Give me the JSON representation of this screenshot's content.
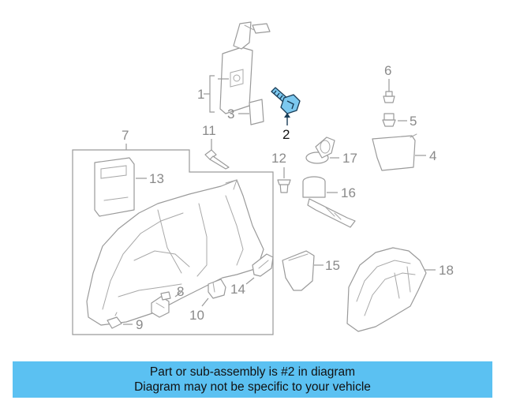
{
  "diagram": {
    "highlighted_part": "2",
    "highlight_color": "#7cc8ef",
    "callouts": {
      "c1": "1",
      "c2": "2",
      "c3": "3",
      "c4": "4",
      "c5": "5",
      "c6": "6",
      "c7": "7",
      "c8": "8",
      "c9": "9",
      "c10": "10",
      "c11": "11",
      "c12": "12",
      "c13": "13",
      "c14": "14",
      "c15": "15",
      "c16": "16",
      "c17": "17",
      "c18": "18"
    }
  },
  "banner": {
    "line1": "Part or sub-assembly is #2 in diagram",
    "line2": "Diagram may not be specific to your vehicle",
    "background": "#5bc1f2"
  }
}
